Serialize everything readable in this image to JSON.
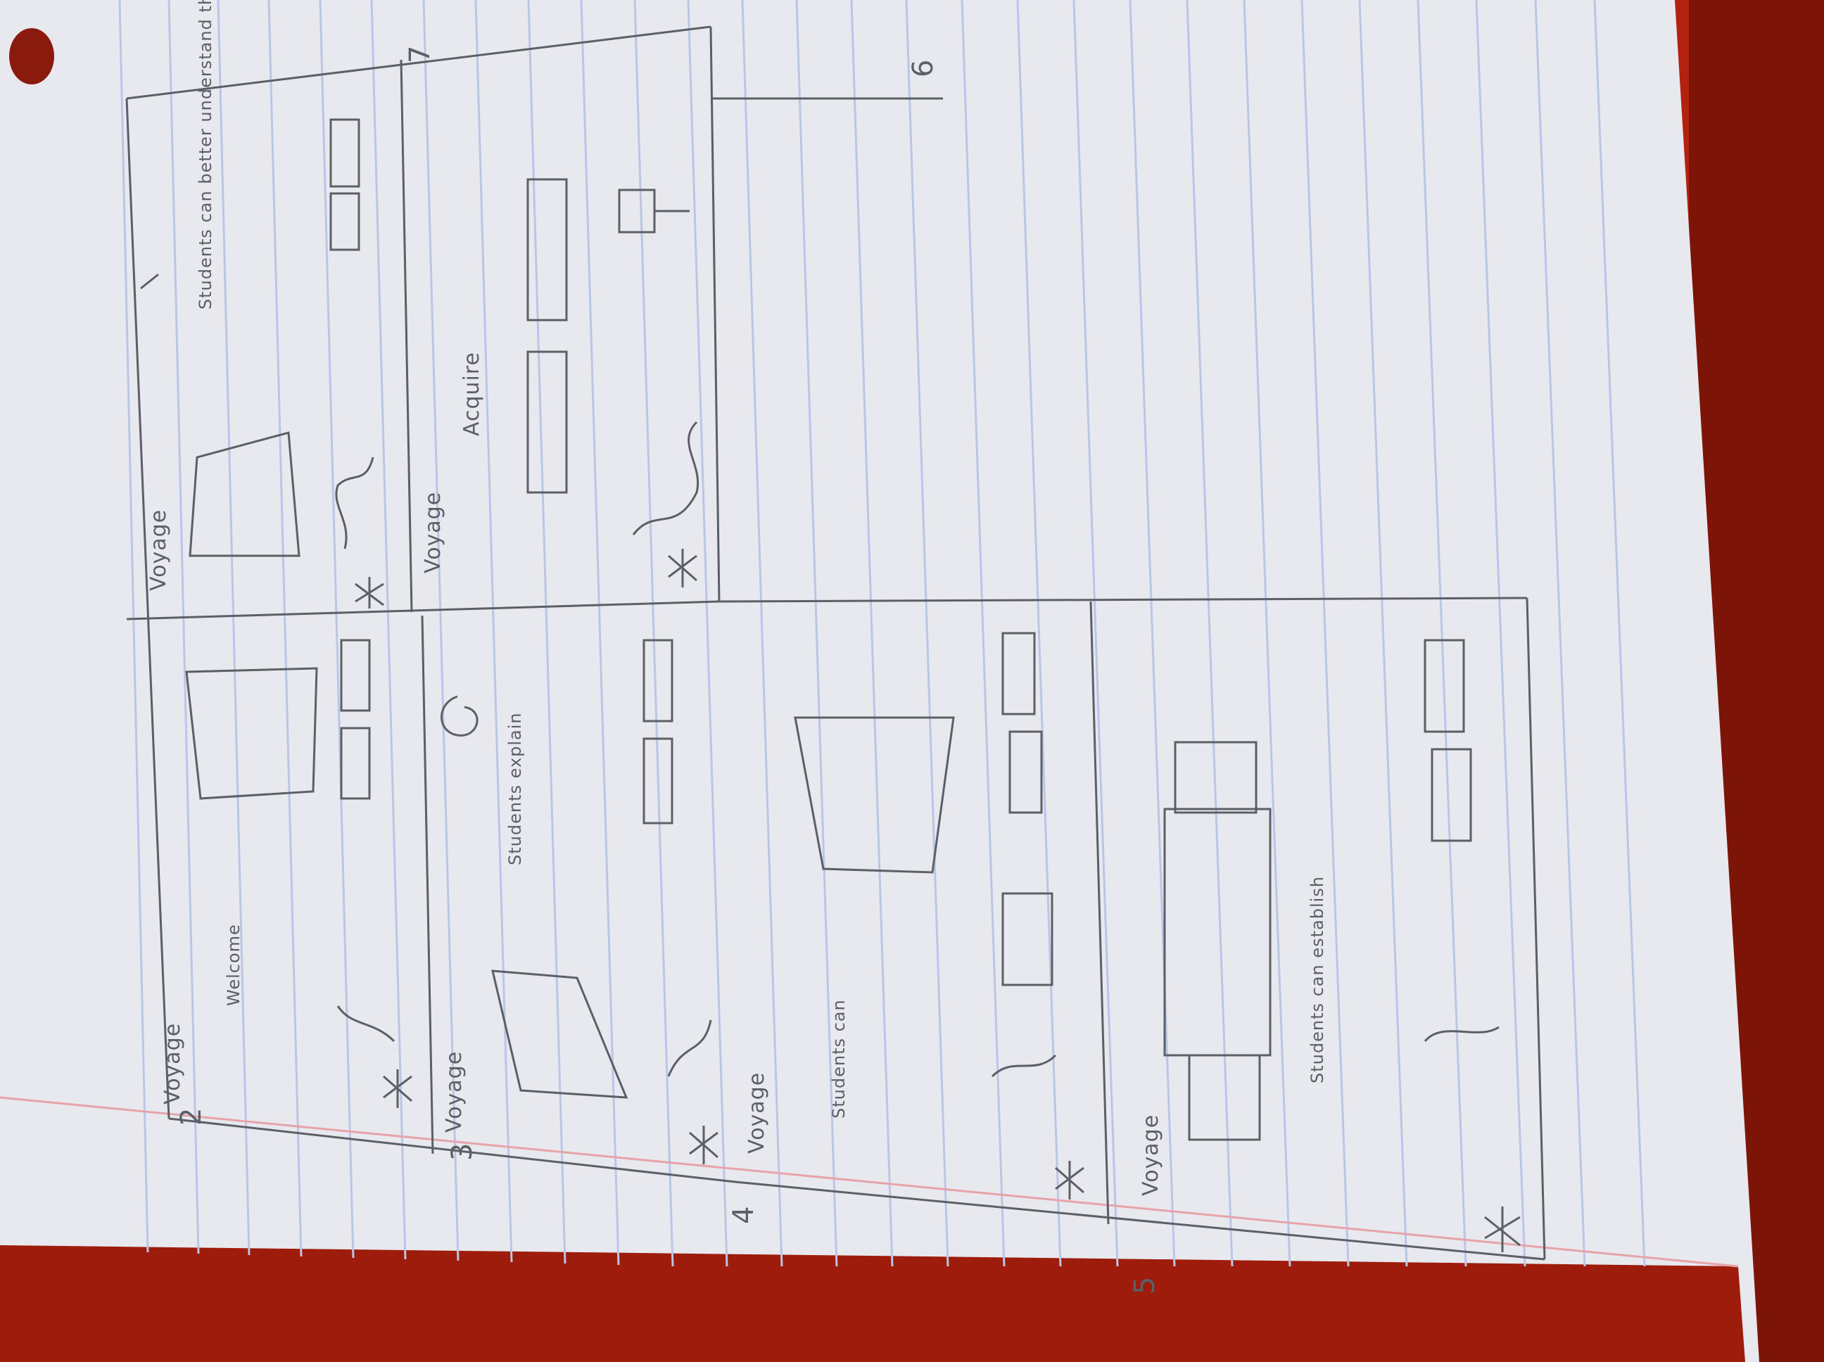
{
  "colors": {
    "paper": "#e8e9ef",
    "rule": "#b9c6e6",
    "margin": "#e6a3a8",
    "pencil": "#5b5f66",
    "folder": "#b3210f"
  },
  "frames": [
    {
      "number": "6",
      "brand": "Voyage",
      "caption": "Students can better understand the answer"
    },
    {
      "number": "7",
      "brand": "Voyage",
      "caption": "Acquire"
    },
    {
      "number": "2",
      "brand": "Voyage",
      "caption": "Welcome"
    },
    {
      "number": "3",
      "brand": "Voyage",
      "caption": "Students explain"
    },
    {
      "number": "4",
      "brand": "Voyage",
      "caption": "Students can"
    },
    {
      "number": "5",
      "brand": "Voyage",
      "caption": "Students can establish"
    }
  ]
}
